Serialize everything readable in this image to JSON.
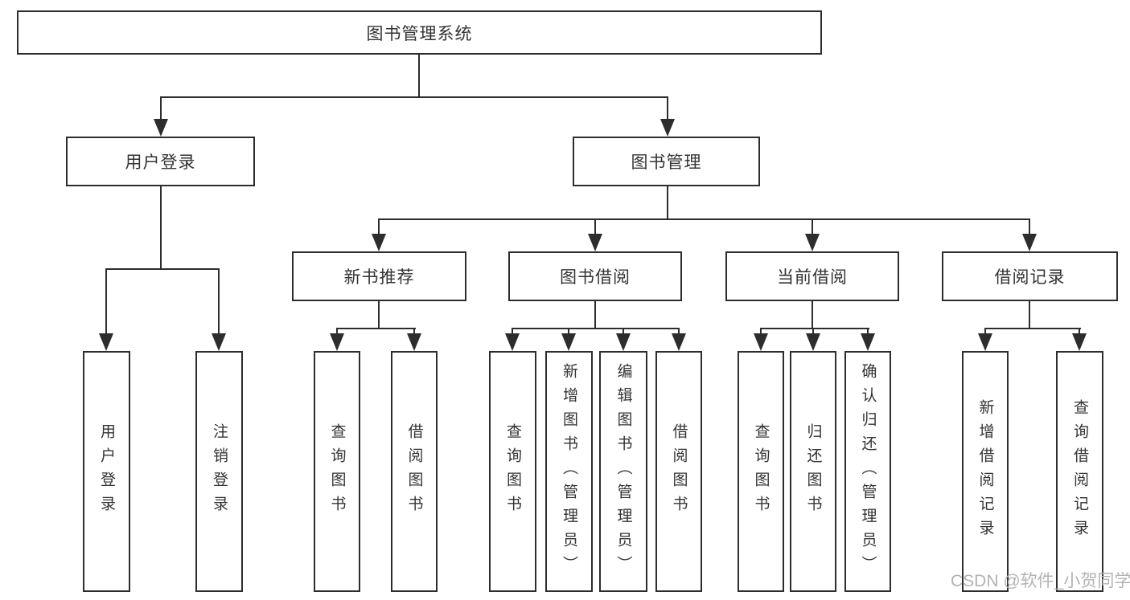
{
  "diagram": {
    "root": {
      "label": "图书管理系统"
    },
    "level2": [
      {
        "label": "用户登录"
      },
      {
        "label": "图书管理"
      }
    ],
    "level3": [
      {
        "label": "新书推荐"
      },
      {
        "label": "图书借阅"
      },
      {
        "label": "当前借阅"
      },
      {
        "label": "借阅记录"
      }
    ],
    "leaves": {
      "user": [
        "用户登录",
        "注销登录"
      ],
      "recommend": [
        "查询图书",
        "借阅图书"
      ],
      "borrow": [
        "查询图书",
        "新增图书（管理员）",
        "编辑图书（管理员）",
        "借阅图书"
      ],
      "current": [
        "查询图书",
        "归还图书",
        "确认归还（管理员）"
      ],
      "records": [
        "新增借阅记录",
        "查询借阅记录"
      ]
    }
  },
  "watermark": {
    "text": "CSDN @软件_小贺同学",
    "color": "#b3b3b3"
  },
  "colors": {
    "line": "#2d2d2d",
    "text": "#333333",
    "background": "#ffffff"
  }
}
